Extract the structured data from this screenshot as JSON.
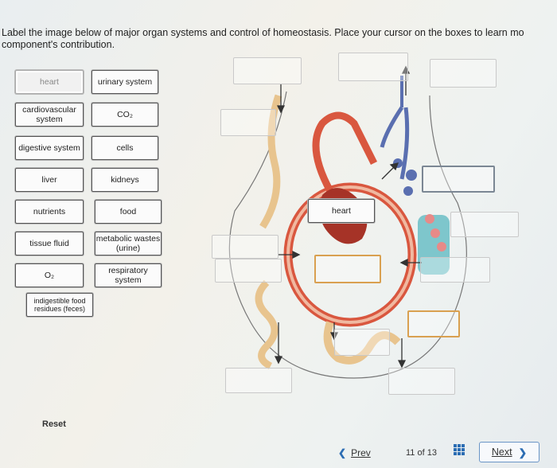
{
  "instructions": {
    "line1": "Label the image below of major organ systems and control of homeostasis. Place your cursor on the boxes to learn mo",
    "line2": "component's contribution."
  },
  "labels": {
    "heart": "heart",
    "urinary": "urinary system",
    "cardio": "cardiovascular system",
    "co2": "CO₂",
    "digestive": "digestive system",
    "cells": "cells",
    "liver": "liver",
    "kidneys": "kidneys",
    "nutrients": "nutrients",
    "food": "food",
    "tissue": "tissue fluid",
    "metabolic": "metabolic wastes (urine)",
    "o2": "O₂",
    "respiratory": "respiratory system",
    "indigestible": "indigestible food residues (feces)"
  },
  "placed": {
    "heart": "heart"
  },
  "controls": {
    "reset": "Reset",
    "prev": "Prev",
    "next": "Next",
    "page_text": "11 of 13"
  },
  "icons": {
    "prev": "chevron-left-icon",
    "next": "chevron-right-icon",
    "grid": "grid-icon"
  },
  "colors": {
    "accent": "#2c6db3",
    "vessel": "#d9573f",
    "vessel_inner": "#f0b8a0",
    "intestine": "#e8c48e",
    "lung": "#5a6fb0",
    "kidney": "#7ec6cc"
  }
}
